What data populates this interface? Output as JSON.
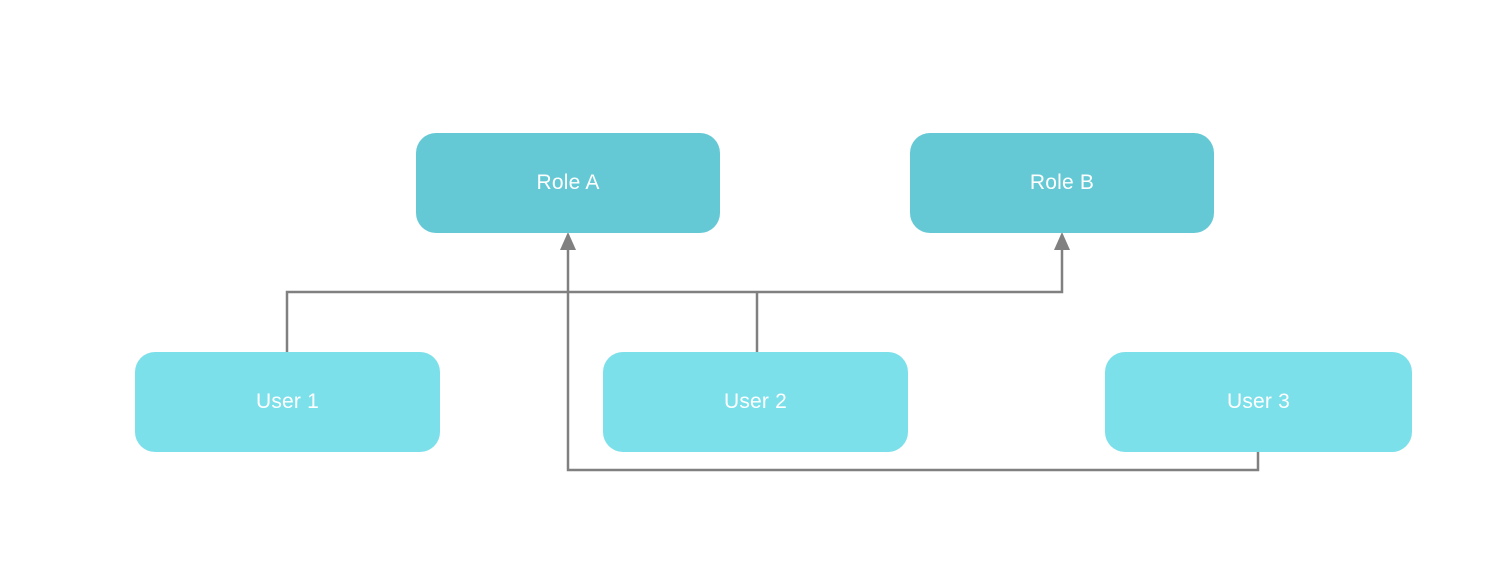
{
  "diagram": {
    "type": "flowchart",
    "nodes": [
      {
        "id": "role-a",
        "label": "Role A",
        "kind": "role"
      },
      {
        "id": "role-b",
        "label": "Role B",
        "kind": "role"
      },
      {
        "id": "user-1",
        "label": "User 1",
        "kind": "user"
      },
      {
        "id": "user-2",
        "label": "User 2",
        "kind": "user"
      },
      {
        "id": "user-3",
        "label": "User 3",
        "kind": "user"
      }
    ],
    "edges": [
      {
        "from": "User 1",
        "to": "Role B",
        "arrow": "to",
        "style": "orthogonal"
      },
      {
        "from": "User 2",
        "to": "Role B",
        "arrow": "to",
        "style": "orthogonal"
      },
      {
        "from": "User 3",
        "to": "Role A",
        "arrow": "to",
        "style": "orthogonal"
      }
    ]
  },
  "colors": {
    "background": "#ffffff",
    "role_fill": "#64c9d5",
    "user_fill": "#7ce0ea",
    "connector": "#808080",
    "label_text": "#ffffff"
  }
}
